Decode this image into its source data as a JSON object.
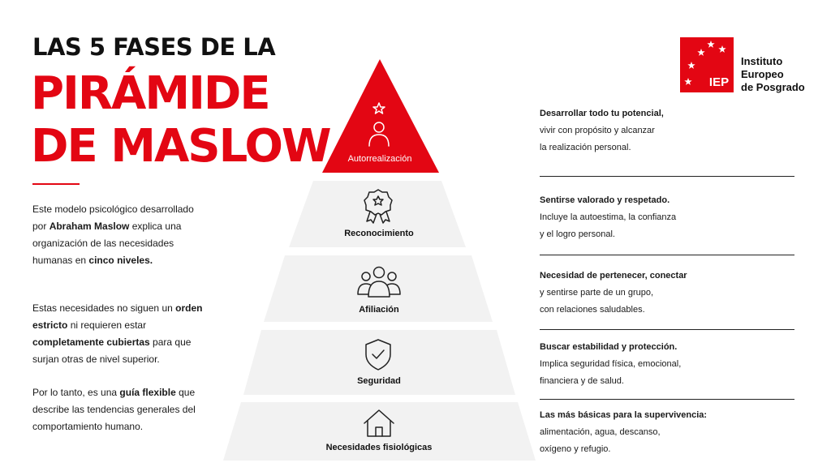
{
  "title": {
    "line1": "LAS 5 FASES DE LA",
    "line2": "PIRÁMIDE",
    "line3": "DE MASLOW"
  },
  "intro": {
    "p1": {
      "a": "Este modelo psicológico desarrollado por ",
      "b": "Abraham Maslow",
      "c": " explica una organización de las necesidades humanas en ",
      "d": "cinco niveles."
    },
    "p2": {
      "a": "Estas necesidades no siguen un ",
      "b": "orden estricto",
      "c": " ni requieren estar ",
      "d": "completamente cubiertas",
      "e": " para que surjan otras de nivel superior."
    },
    "p3": {
      "a": "Por lo tanto, es una ",
      "b": "guía flexible",
      "c": " que describe las tendencias generales del comportamiento humano."
    }
  },
  "logo": {
    "mark": "IEP",
    "line1": "Instituto",
    "line2": "Europeo",
    "line3": "de Posgrado"
  },
  "colors": {
    "accent": "#e30613",
    "tier_bg": "#f2f2f2"
  },
  "tiers": [
    {
      "label": "Autorrealización",
      "icon": "person-star-icon"
    },
    {
      "label": "Reconocimiento",
      "icon": "award-ribbon-icon"
    },
    {
      "label": "Afiliación",
      "icon": "group-icon"
    },
    {
      "label": "Seguridad",
      "icon": "shield-check-icon"
    },
    {
      "label": "Necesidades fisiológicas",
      "icon": "home-icon"
    }
  ],
  "descriptions": [
    {
      "lead": "Desarrollar todo tu potencial,",
      "l2": "vivir con propósito y alcanzar",
      "l3": "la realización personal."
    },
    {
      "lead": "Sentirse valorado y respetado.",
      "l2": "Incluye la autoestima, la confianza",
      "l3": "y el logro personal."
    },
    {
      "lead": "Necesidad de pertenecer, conectar",
      "l2": "y sentirse parte de un grupo,",
      "l3": "con relaciones saludables."
    },
    {
      "lead": "Buscar estabilidad y protección.",
      "l2": "Implica seguridad física, emocional,",
      "l3": "financiera y de salud."
    },
    {
      "lead": "Las más básicas para la supervivencia:",
      "l2": "alimentación, agua, descanso,",
      "l3": "oxígeno y refugio."
    }
  ]
}
